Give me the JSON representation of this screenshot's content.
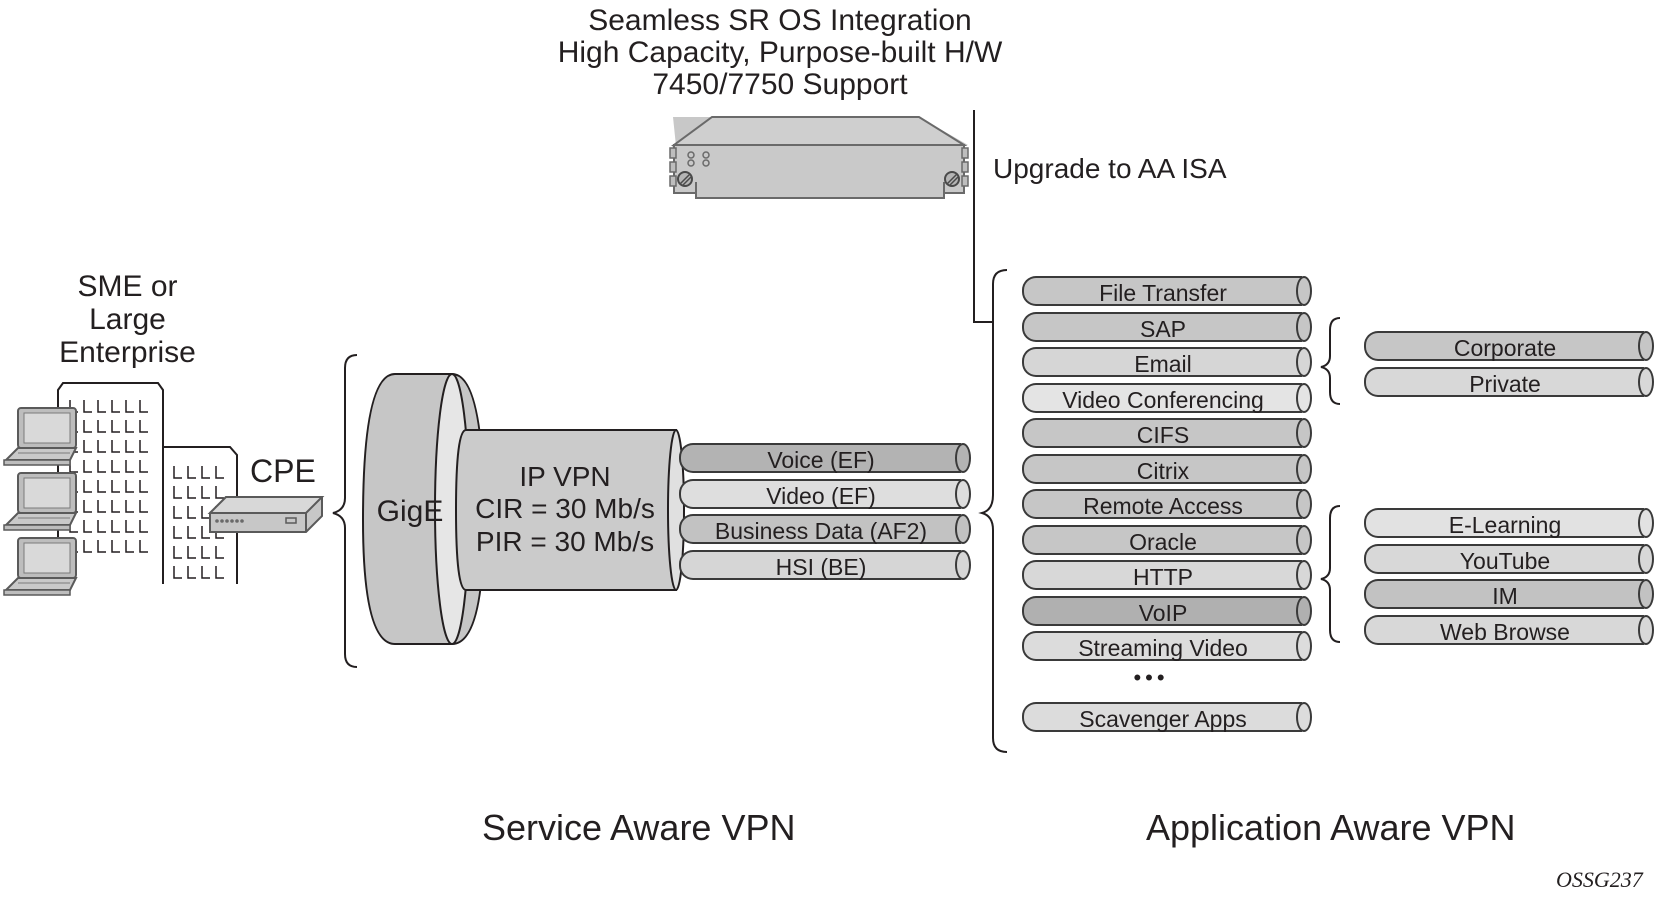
{
  "header": {
    "title_lines": [
      "Seamless SR OS Integration",
      "High Capacity, Purpose-built H/W",
      "7450/7750 Support"
    ],
    "upgrade_label": "Upgrade to AA ISA"
  },
  "enterprise": {
    "label_lines": [
      "SME or",
      "Large",
      "Enterprise"
    ],
    "cpe_label": "CPE"
  },
  "service_vpn": {
    "gige_label": "GigE",
    "ipvpn_lines": [
      "IP VPN",
      "CIR = 30 Mb/s",
      "PIR = 30 Mb/s"
    ],
    "classes": [
      {
        "label": "Voice (EF)",
        "shade": "#b3b3b3"
      },
      {
        "label": "Video (EF)",
        "shade": "#dedede"
      },
      {
        "label": "Business Data (AF2)",
        "shade": "#c2c2c2"
      },
      {
        "label": "HSI (BE)",
        "shade": "#d6d6d6"
      }
    ]
  },
  "applications": {
    "items": [
      {
        "label": "File Transfer",
        "shade": "#c6c6c6"
      },
      {
        "label": "SAP",
        "shade": "#c6c6c6"
      },
      {
        "label": "Email",
        "shade": "#d6d6d6"
      },
      {
        "label": "Video Conferencing",
        "shade": "#e4e4e4"
      },
      {
        "label": "CIFS",
        "shade": "#c6c6c6"
      },
      {
        "label": "Citrix",
        "shade": "#c6c6c6"
      },
      {
        "label": "Remote Access",
        "shade": "#c6c6c6"
      },
      {
        "label": "Oracle",
        "shade": "#c6c6c6"
      },
      {
        "label": "HTTP",
        "shade": "#d8d8d8"
      },
      {
        "label": "VoIP",
        "shade": "#b0b0b0"
      },
      {
        "label": "Streaming Video",
        "shade": "#dcdcdc"
      }
    ],
    "ellipsis": "•••",
    "last_item": {
      "label": "Scavenger Apps",
      "shade": "#dcdcdc"
    }
  },
  "email_subgroups": [
    {
      "label": "Corporate",
      "shade": "#c6c6c6"
    },
    {
      "label": "Private",
      "shade": "#d8d8d8"
    }
  ],
  "http_subgroups": [
    {
      "label": "E-Learning",
      "shade": "#e2e2e2"
    },
    {
      "label": "YouTube",
      "shade": "#d8d8d8"
    },
    {
      "label": "IM",
      "shade": "#c2c2c2"
    },
    {
      "label": "Web Browse",
      "shade": "#d8d8d8"
    }
  ],
  "footer": {
    "left_label": "Service Aware VPN",
    "right_label": "Application Aware VPN",
    "figure_id": "OSSG237"
  }
}
